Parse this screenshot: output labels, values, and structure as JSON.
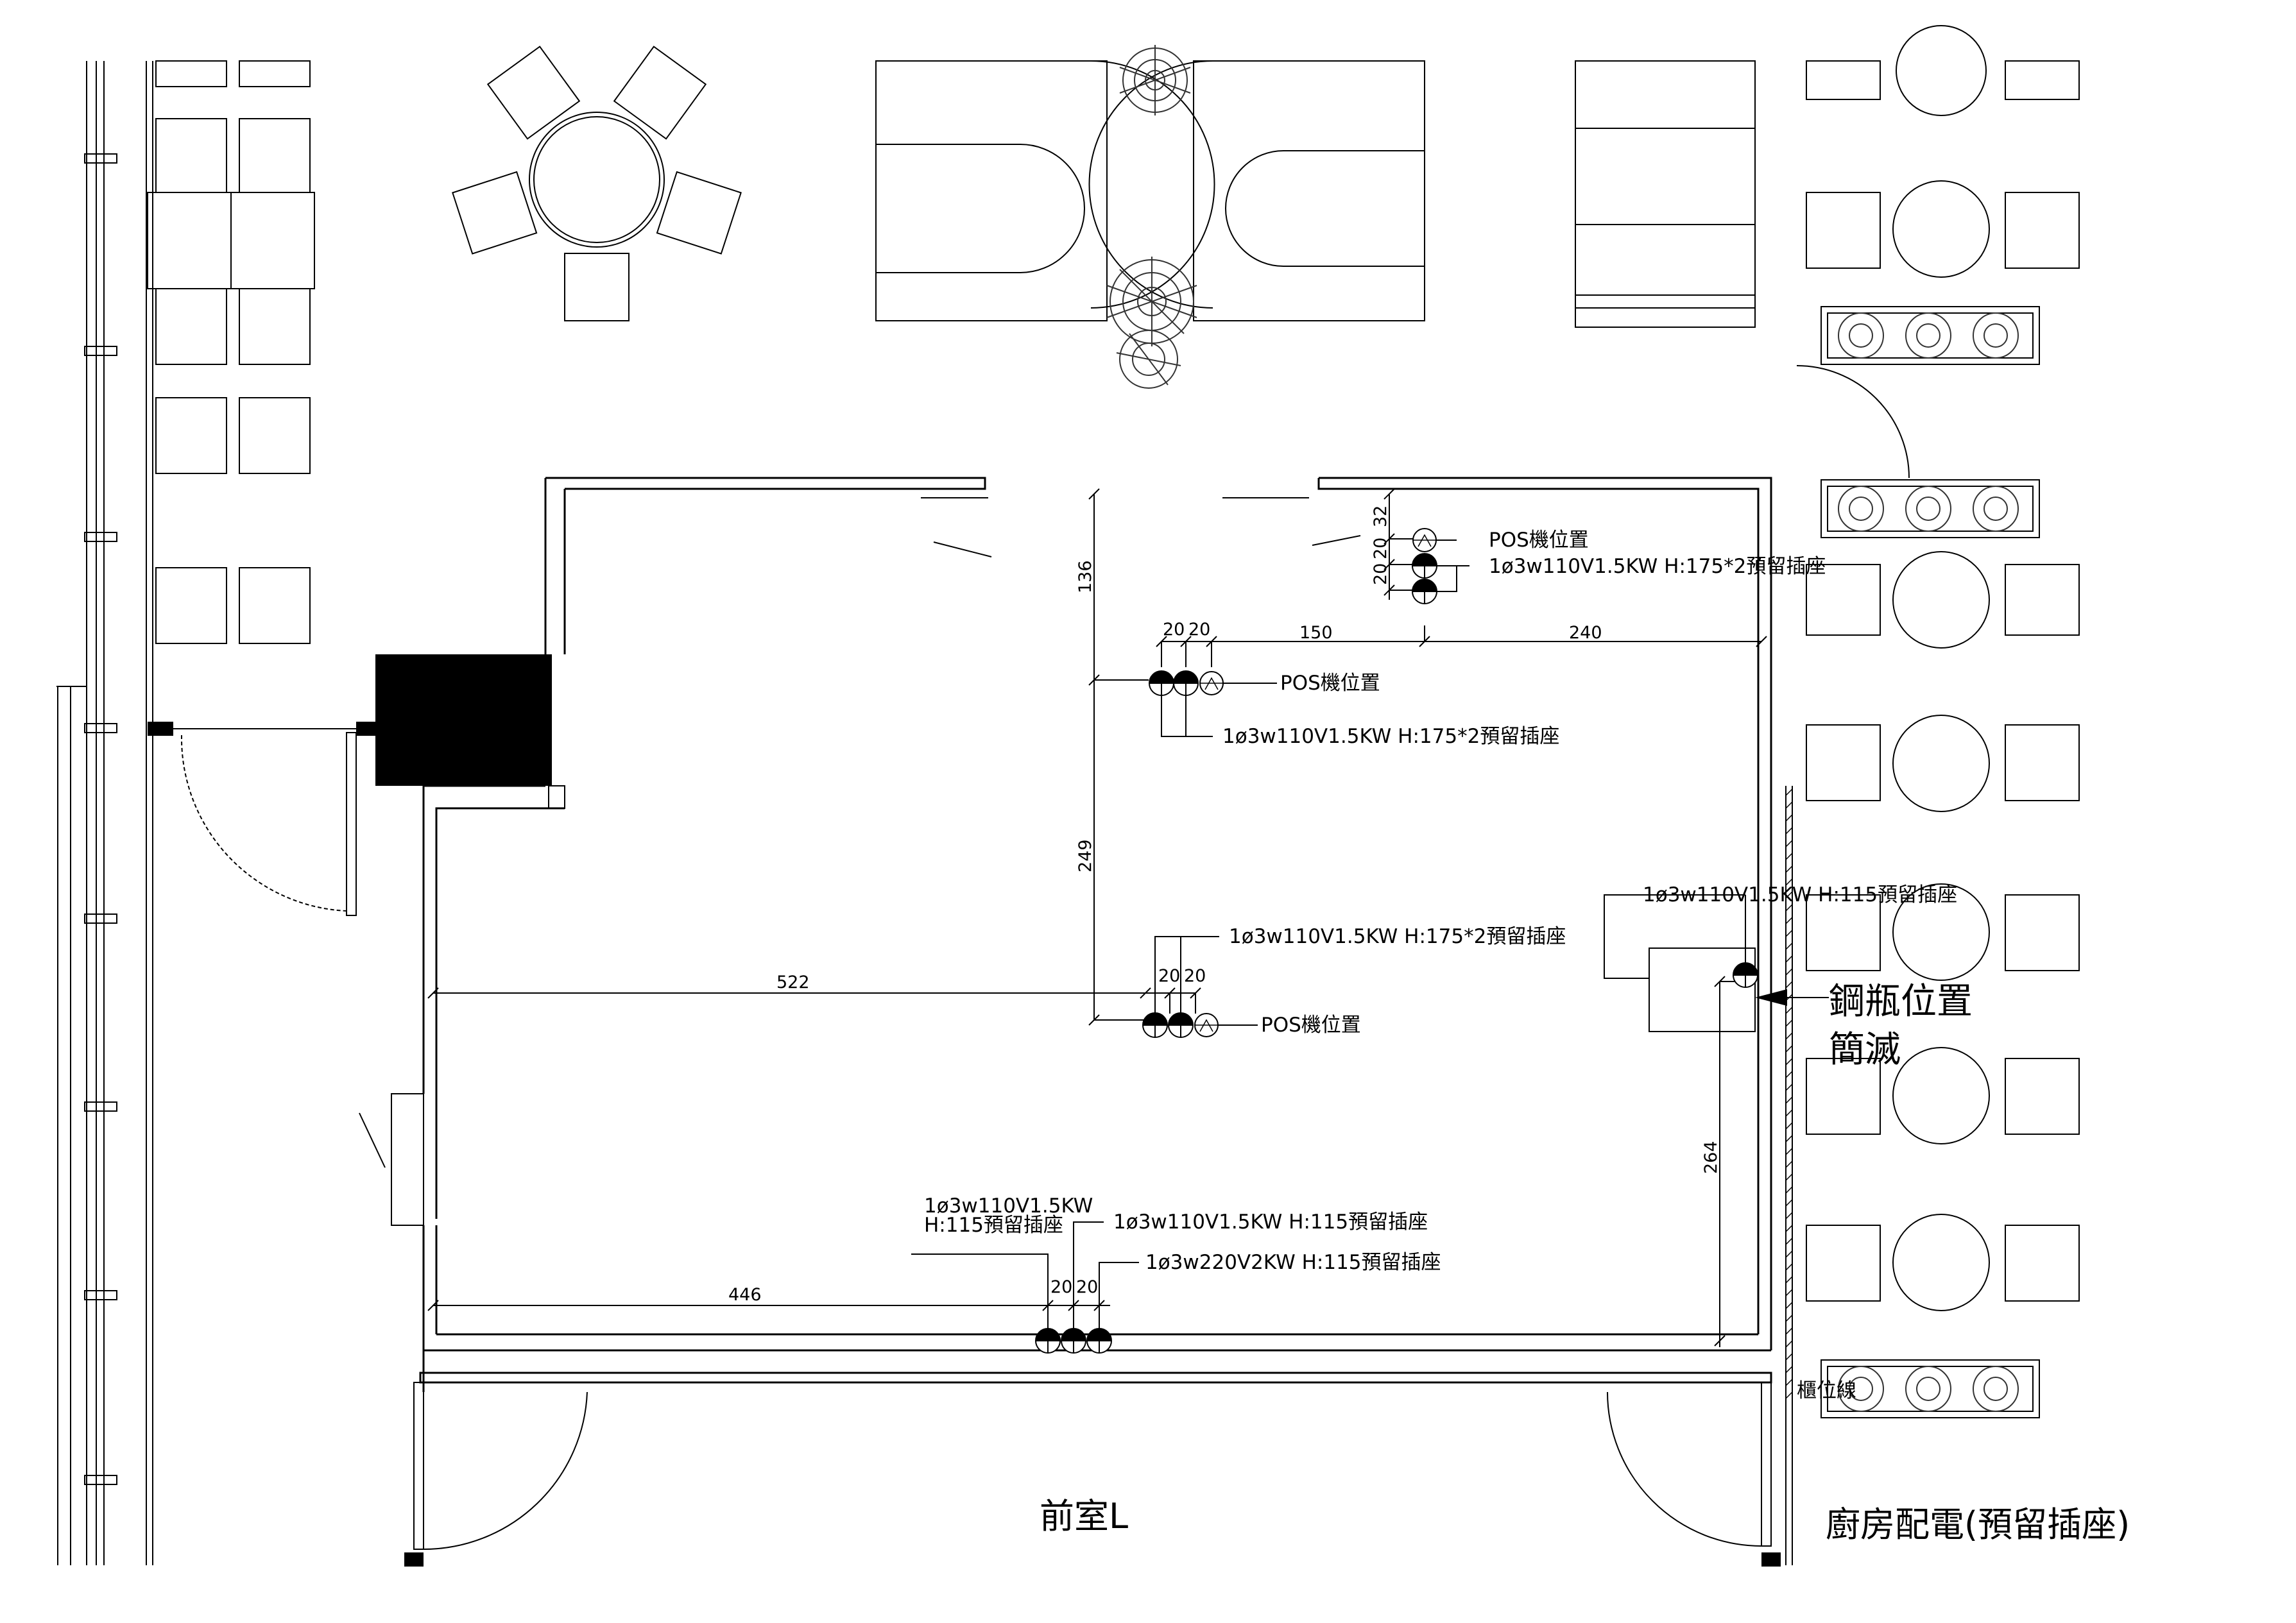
{
  "labels": {
    "pos": "POS機位置",
    "outlet_175": "1ø3w110V1.5KW H:175*2預留插座",
    "outlet_115": "1ø3w110V1.5KW H:115預留插座",
    "outlet_115_line1": "1ø3w110V1.5KW",
    "outlet_115_line2": "H:115預留插座",
    "outlet_220": "1ø3w220V2KW H:115預留插座",
    "gas_bottle_1": "鋼瓶位置",
    "gas_bottle_2": "簡滅",
    "counter_line": "櫃位線",
    "title_left": "前室L",
    "title_right": "廚房配電(預留插座)"
  },
  "dimensions": {
    "d136": "136",
    "d249": "249",
    "d32": "32",
    "d20": "20",
    "d150": "150",
    "d240": "240",
    "d522": "522",
    "d264": "264",
    "d446": "446"
  },
  "colors": {
    "line": "#000000",
    "fill_dark": "#000000",
    "plant": "#333333"
  }
}
